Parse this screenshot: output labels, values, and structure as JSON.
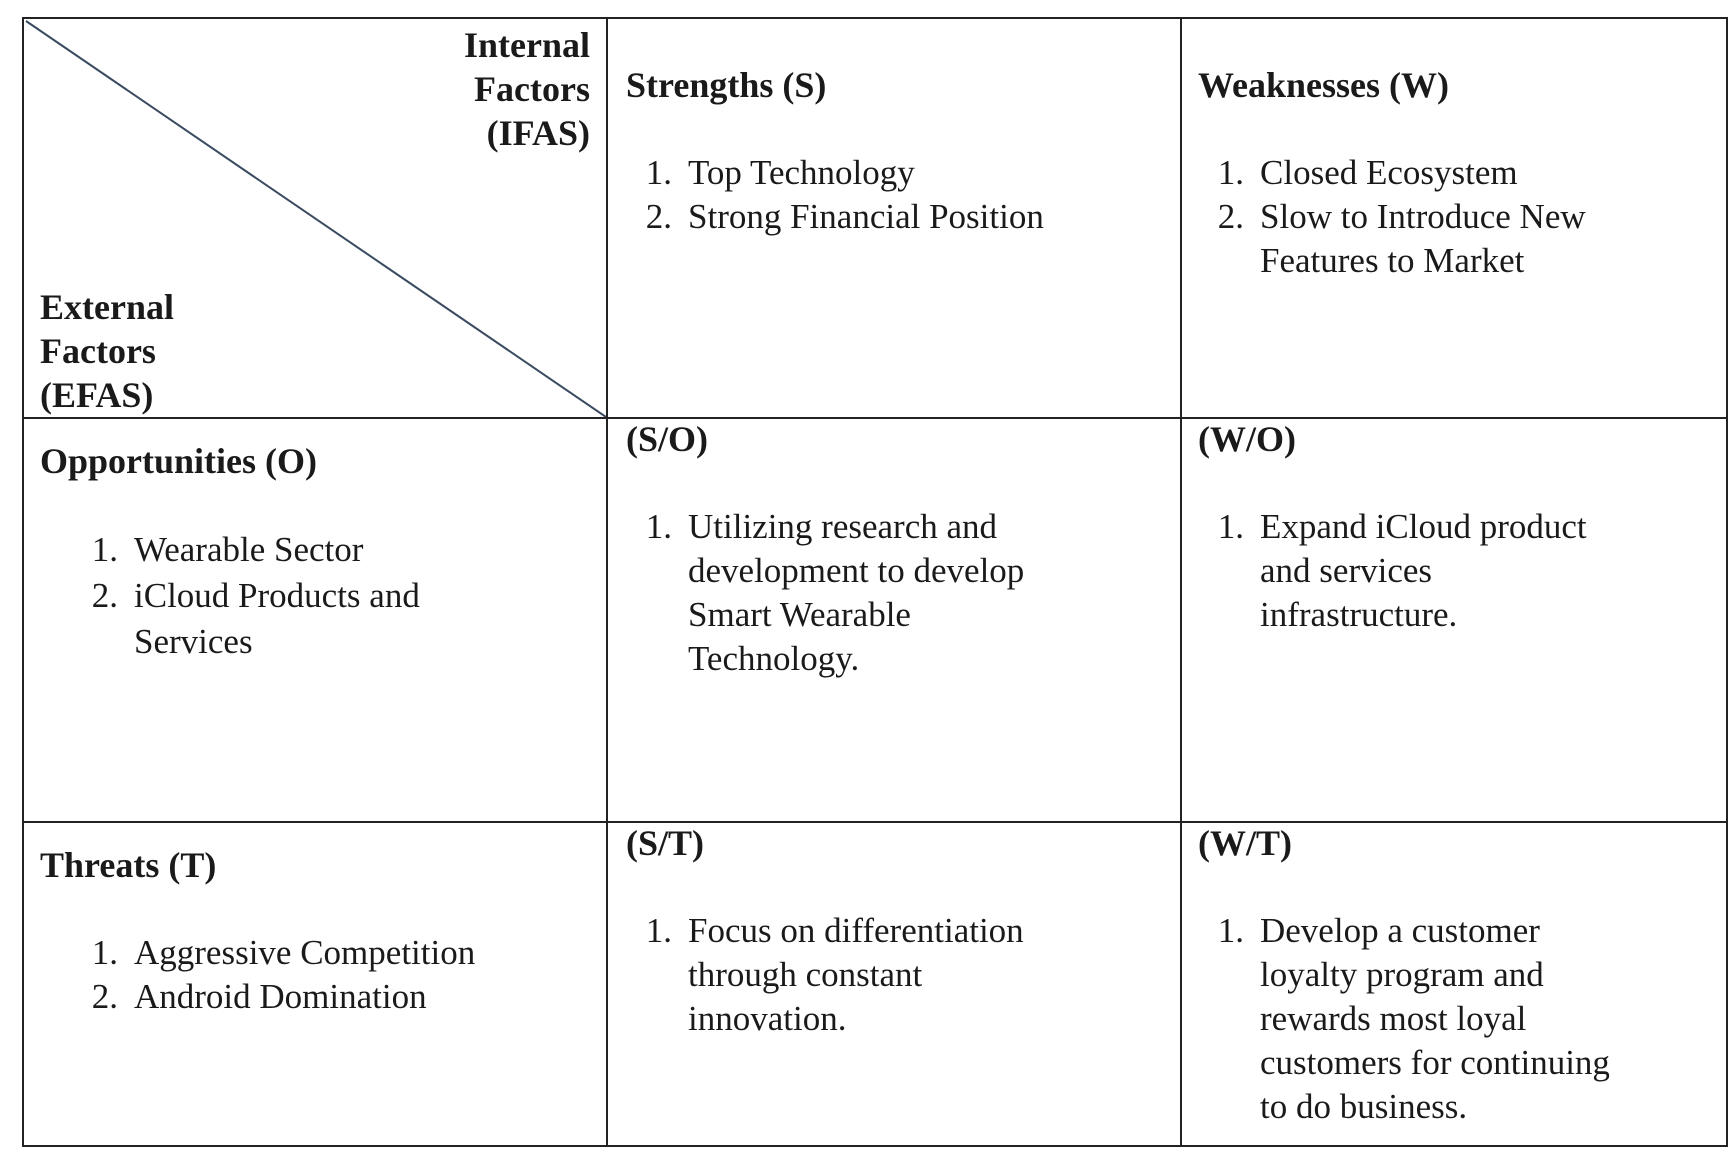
{
  "corner": {
    "internal_lines": [
      "Internal",
      "Factors",
      "(IFAS)"
    ],
    "external_lines": [
      "External",
      "Factors",
      "(EFAS)"
    ]
  },
  "strengths": {
    "heading": "Strengths (S)",
    "items": [
      {
        "num": "1.",
        "lines": [
          "Top Technology"
        ]
      },
      {
        "num": "2.",
        "lines": [
          "Strong Financial Position"
        ]
      }
    ]
  },
  "weaknesses": {
    "heading": "Weaknesses (W)",
    "items": [
      {
        "num": "1.",
        "lines": [
          "Closed Ecosystem"
        ]
      },
      {
        "num": "2.",
        "lines": [
          "Slow to Introduce New",
          "Features to Market"
        ]
      }
    ]
  },
  "opportunities": {
    "heading": "Opportunities (O)",
    "items": [
      {
        "num": "1.",
        "lines": [
          "Wearable Sector"
        ]
      },
      {
        "num": "2.",
        "lines": [
          "iCloud Products and",
          "Services"
        ]
      }
    ]
  },
  "threats": {
    "heading": "Threats (T)",
    "items": [
      {
        "num": "1.",
        "lines": [
          "Aggressive Competition"
        ]
      },
      {
        "num": "2.",
        "lines": [
          "Android Domination"
        ]
      }
    ]
  },
  "so": {
    "heading": "(S/O)",
    "items": [
      {
        "num": "1.",
        "lines": [
          "Utilizing research and",
          "development to develop",
          "Smart Wearable",
          "Technology."
        ]
      }
    ]
  },
  "wo": {
    "heading": "(W/O)",
    "items": [
      {
        "num": "1.",
        "lines": [
          "Expand iCloud product",
          "and services",
          "infrastructure."
        ]
      }
    ]
  },
  "st": {
    "heading": "(S/T)",
    "items": [
      {
        "num": "1.",
        "lines": [
          "Focus on differentiation",
          "through constant",
          "innovation."
        ]
      }
    ]
  },
  "wt": {
    "heading": "(W/T)",
    "items": [
      {
        "num": "1.",
        "lines": [
          "Develop a customer",
          "loyalty program and",
          "rewards most loyal",
          "customers for continuing",
          "to do business."
        ]
      }
    ]
  }
}
